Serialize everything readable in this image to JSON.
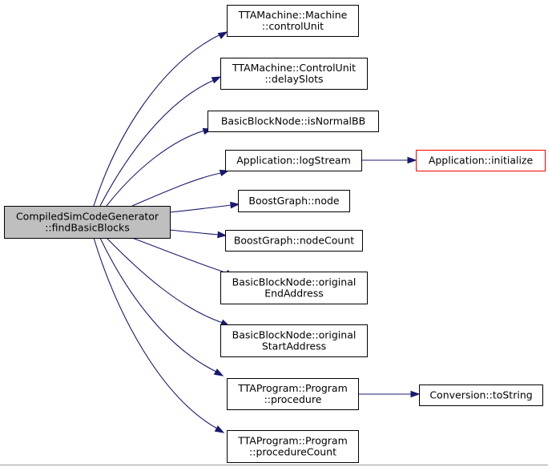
{
  "diagram": {
    "root": {
      "lines": [
        "CompiledSimCodeGenerator",
        "::findBasicBlocks"
      ]
    },
    "nodes": [
      {
        "id": "machine-controlunit",
        "lines": [
          "TTAMachine::Machine",
          "::controlUnit"
        ]
      },
      {
        "id": "controlunit-delayslots",
        "lines": [
          "TTAMachine::ControlUnit",
          "::delaySlots"
        ]
      },
      {
        "id": "bbn-isnormalbb",
        "lines": [
          "BasicBlockNode::isNormalBB"
        ]
      },
      {
        "id": "app-logstream",
        "lines": [
          "Application::logStream"
        ]
      },
      {
        "id": "boostgraph-node",
        "lines": [
          "BoostGraph::node"
        ]
      },
      {
        "id": "boostgraph-nodecount",
        "lines": [
          "BoostGraph::nodeCount"
        ]
      },
      {
        "id": "bbn-originalendaddress",
        "lines": [
          "BasicBlockNode::original",
          "EndAddress"
        ]
      },
      {
        "id": "bbn-originalstartaddress",
        "lines": [
          "BasicBlockNode::original",
          "StartAddress"
        ]
      },
      {
        "id": "program-procedure",
        "lines": [
          "TTAProgram::Program",
          "::procedure"
        ]
      },
      {
        "id": "program-procedurecount",
        "lines": [
          "TTAProgram::Program",
          "::procedureCount"
        ]
      },
      {
        "id": "app-initialize",
        "lines": [
          "Application::initialize"
        ]
      },
      {
        "id": "conversion-tostring",
        "lines": [
          "Conversion::toString"
        ]
      }
    ],
    "edges": [
      [
        "root",
        "machine-controlunit"
      ],
      [
        "root",
        "controlunit-delayslots"
      ],
      [
        "root",
        "bbn-isnormalbb"
      ],
      [
        "root",
        "app-logstream"
      ],
      [
        "root",
        "boostgraph-node"
      ],
      [
        "root",
        "boostgraph-nodecount"
      ],
      [
        "root",
        "bbn-originalendaddress"
      ],
      [
        "root",
        "bbn-originalstartaddress"
      ],
      [
        "root",
        "program-procedure"
      ],
      [
        "root",
        "program-procedurecount"
      ],
      [
        "app-logstream",
        "app-initialize"
      ],
      [
        "program-procedure",
        "conversion-tostring"
      ]
    ],
    "colors": {
      "edge": "#191970",
      "root_fill": "#bfbfbf",
      "node_border": "#000000",
      "incomplete_border": "#ff0000"
    }
  }
}
